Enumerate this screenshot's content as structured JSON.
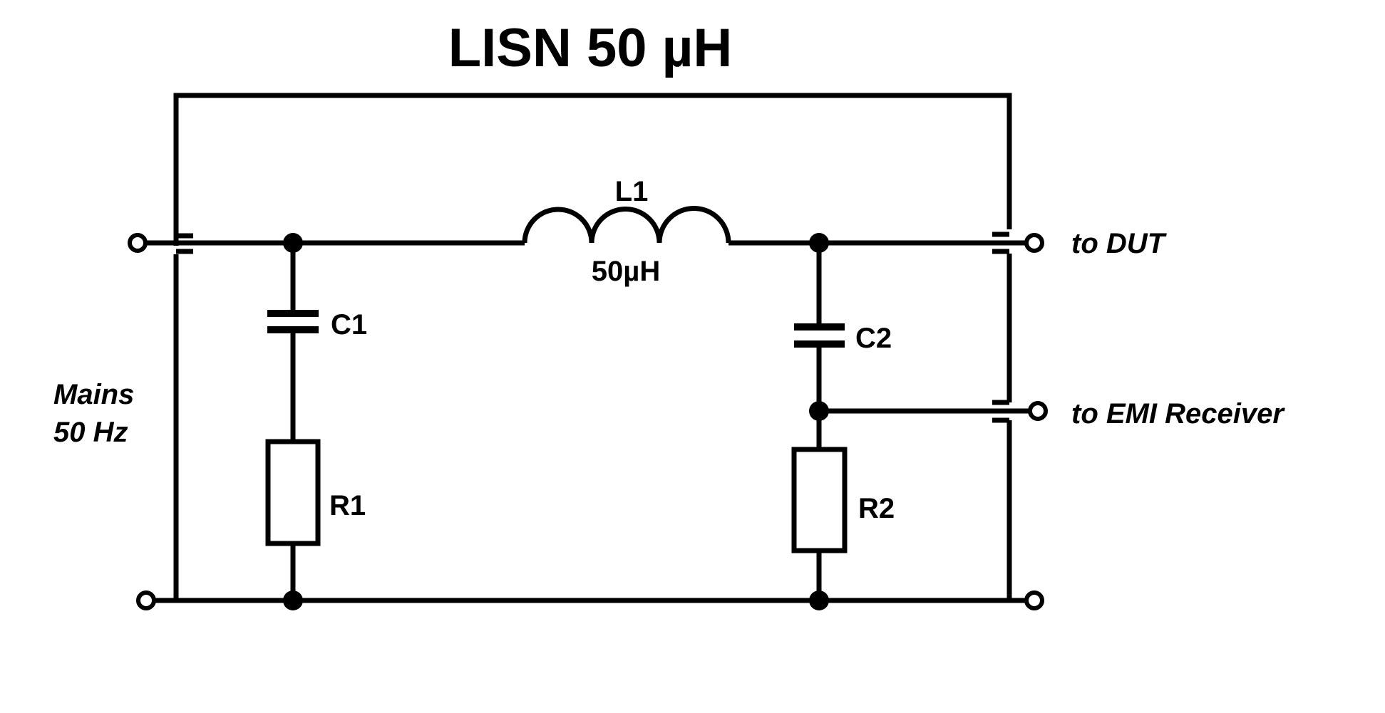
{
  "title": "LISN 50 µH",
  "components": {
    "L1": {
      "name": "L1",
      "value": "50µH"
    },
    "C1": {
      "name": "C1"
    },
    "C2": {
      "name": "C2"
    },
    "R1": {
      "name": "R1"
    },
    "R2": {
      "name": "R2"
    }
  },
  "ports": {
    "mains_line1": "Mains",
    "mains_line2": "50 Hz",
    "dut": "to DUT",
    "emi": "to EMI Receiver"
  },
  "colors": {
    "ink": "#000000",
    "background": "#ffffff"
  }
}
